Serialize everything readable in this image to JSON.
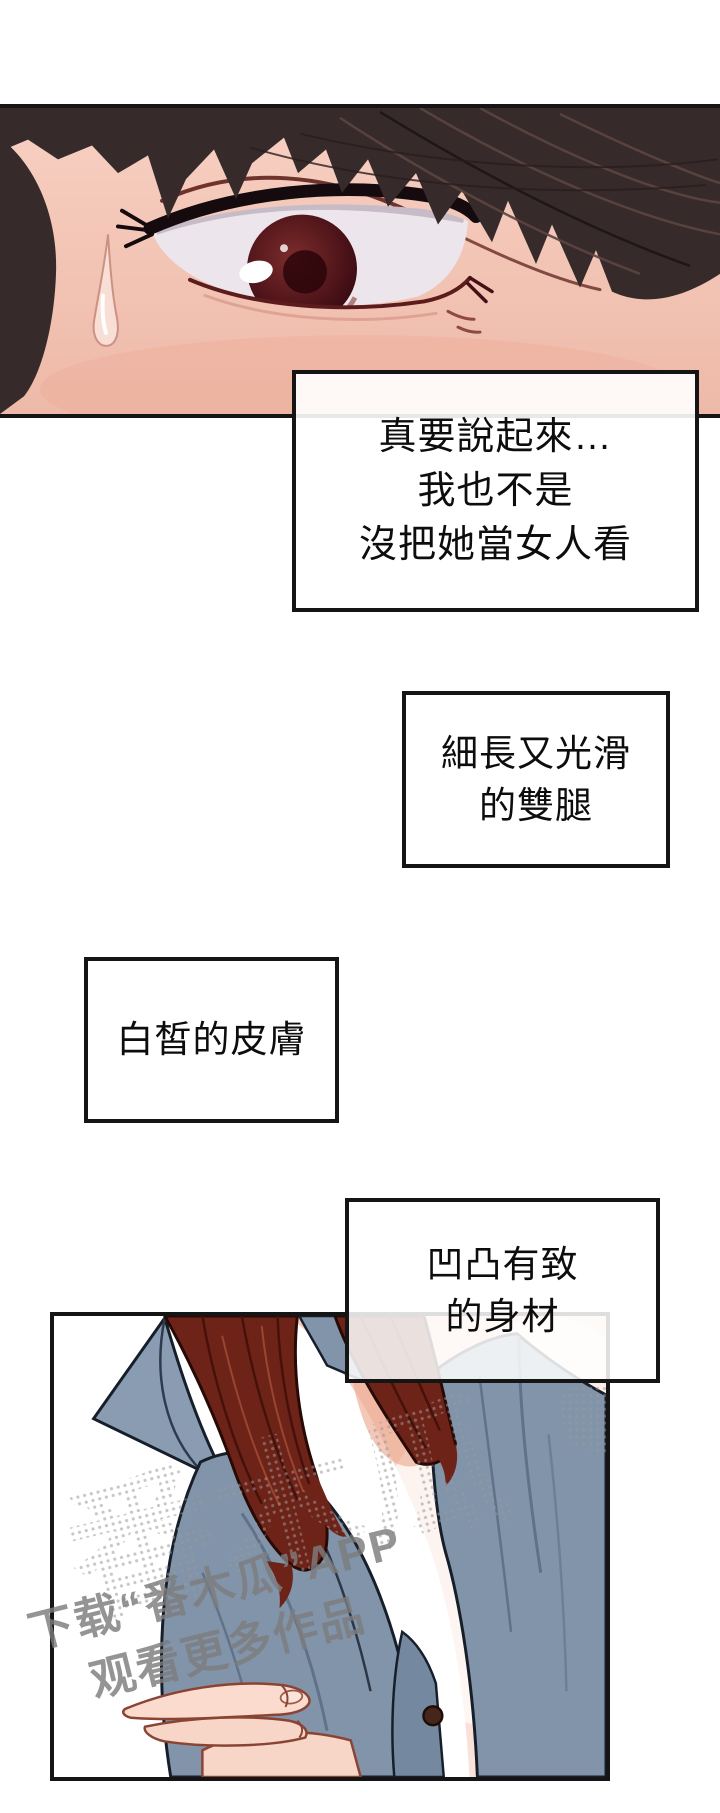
{
  "page": {
    "background": "#ffffff",
    "kind": "webtoon comic page"
  },
  "colors": {
    "panel_border": "#151515",
    "speech_box_bg": "rgba(255,255,255,0.9)",
    "text": "#0d0d0d",
    "watermark_gray": "#7d7d7d",
    "skin": "#f2c3b3",
    "hair_dark": "#362a2b",
    "hair_red": "#6e2318",
    "denim_blue": "#8194aa",
    "iris_red": "#5c1d20"
  },
  "speech_boxes": [
    {
      "id": "box-1",
      "lines": [
        "真要說起來…",
        "我也不是",
        "沒把她當女人看"
      ]
    },
    {
      "id": "box-2",
      "lines": [
        "細長又光滑",
        "的雙腿"
      ]
    },
    {
      "id": "box-3",
      "lines": [
        "白皙的皮膚"
      ]
    },
    {
      "id": "box-4",
      "lines": [
        "凹凸有致",
        "的身材"
      ]
    }
  ],
  "watermark": {
    "line1": "下载“番木瓜”APP",
    "line2": "观看更多作品",
    "logo_text": "番木瓜"
  }
}
